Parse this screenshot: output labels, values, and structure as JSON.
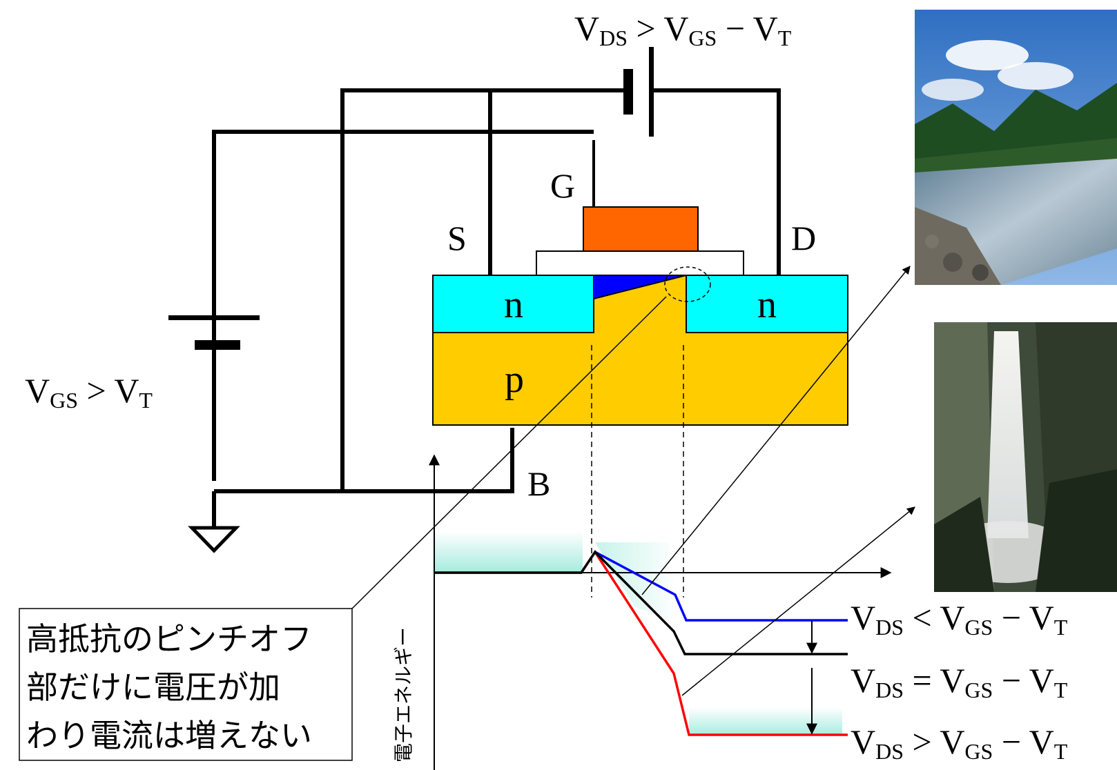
{
  "battery_ds": {
    "v": "V",
    "ds": "DS",
    "rel": " > ",
    "gs_v": "V",
    "gs": "GS",
    "minus": " − ",
    "t_v": "V",
    "t": "T"
  },
  "battery_gs": {
    "v": "V",
    "gs": "GS",
    "rel": " > ",
    "t_v": "V",
    "t": "T"
  },
  "terminals": {
    "gate": "G",
    "source": "S",
    "drain": "D",
    "body": "B"
  },
  "regions": {
    "source_n": "n",
    "drain_n": "n",
    "substrate_p": "p"
  },
  "y_axis_label": "電子エネルギー",
  "curves": [
    {
      "v": "V",
      "ds": "DS",
      "rel": " < ",
      "gs_v": "V",
      "gs": "GS",
      "minus": " − ",
      "t_v": "V",
      "t": "T",
      "color": "#0000ff"
    },
    {
      "v": "V",
      "ds": "DS",
      "rel": " = ",
      "gs_v": "V",
      "gs": "GS",
      "minus": " − ",
      "t_v": "V",
      "t": "T",
      "color": "#000000"
    },
    {
      "v": "V",
      "ds": "DS",
      "rel": " > ",
      "gs_v": "V",
      "gs": "GS",
      "minus": " − ",
      "t_v": "V",
      "t": "T",
      "color": "#ff0000"
    }
  ],
  "callout": {
    "lines": [
      "高抵抗のピンチオフ",
      "部だけに電圧が加",
      "わり電流は増えない"
    ]
  },
  "photos": {
    "river": "river-photo",
    "waterfall": "waterfall-photo"
  },
  "colors": {
    "n_region": "#00ffff",
    "p_region": "#ffcc00",
    "gate": "#ff6600",
    "channel": "#0000ff",
    "oxide": "#ffffff"
  }
}
